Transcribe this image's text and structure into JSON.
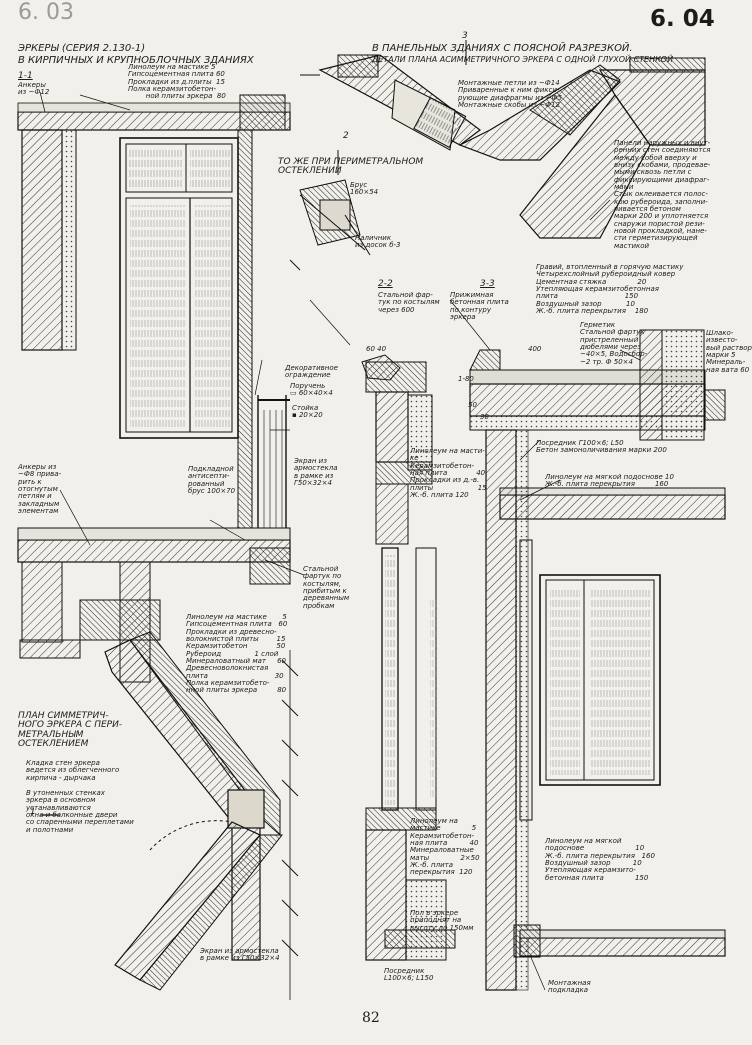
{
  "page": {
    "number_top": "6. 04",
    "number_faded": "6. 03",
    "footer_page": "82"
  },
  "left_title": {
    "line1": "ЭРКЕРЫ (СЕРИЯ 2.130-1)",
    "line2": "В КИРПИЧНЫХ И КРУПНОБЛОЧНЫХ ЗДАНИЯХ"
  },
  "right_title": {
    "line1": "В ПАНЕЛЬНЫХ ЗДАНИЯХ С ПОЯСНОЙ РАЗРЕЗКОЙ.",
    "line2": "ДЕТАЛИ ПЛАНА АСИММЕТРИЧНОГО ЭРКЕРА С ОДНОЙ ГЛУХОЙ СТЕНКОЙ"
  },
  "section_labels": {
    "s11": "1-1",
    "s22": "2-2",
    "s33": "3-3"
  },
  "left_notes": {
    "ankery_top": "Анкеры\nиз ~Ф12",
    "floor_top": "Линолеум на мастике 5\nГипсоцементная плита 60\nПрокладки из д.плиты  15\nПолка керамзитобетон-\n        ной плиты эркера  80",
    "perim_title": "ТО ЖЕ ПРИ ПЕРИМЕТРАЛЬНОМ\nОСТЕКЛЕНИИ",
    "brus": "Брус\n160×54",
    "nalichnik": "Наличник\nиз досок б-3",
    "decor": "Декоративное\nограждение",
    "poruchen": "Поручень\n▭ 60×40×4",
    "stoyka": "Стойка\n▪ 20×20",
    "ekran1": "Экран из\nармостекла\nв рамке из\nГ50×32×4",
    "podkladnoy": "Подкладной\nантисепти-\nрованный\nбрус 100×70",
    "ankery_left": "Анкеры из\n~Ф8 прива-\nрить к\nотогнутым\nпетлям и\nзакладным\nэлементам",
    "fartuk": "Стальной\nфартук по\nкостылям,\nприбитым к\nдеревянным\nпробкам",
    "floor_mid": "Линолеум на мастике       5\nГипсоцементная плита   60\nПрокладки из древесно-\nволокнистой плиты        15\nКерамзитобетон             50\nРубероид               1 слой\nМинераловатный мат     60\nДревесноволокнистая\nплита                              30\nПолка керамзитобето-\nнной плиты эркера         80",
    "plan_title": "ПЛАН СИММЕТРИЧ-\nНОГО ЭРКЕРА С ПЕРИ-\nМЕТРАЛЬНЫМ\nОСТЕКЛЕНИЕМ",
    "kladka": "Кладка стен эркера\nведется из облегченного\nкирпича - дырчака",
    "utonch": "В утоненных стенках\nэркера в основном\nустанавливаются\nокна и балконные двери\nсо спаренными переплетами\nи полотнами",
    "ekran2": "Экран из армостекла\nв рамке из Г50×32×4"
  },
  "right_notes": {
    "montazh": "Монтажные петли из ~Ф14\nПриваренные к ним фикси-\nрующие диафрагмы из ~Ф5\nМонтажные скобы из ~Ф12",
    "paneli": "Панели наружных и внут-\nренних стен соединяются\nмежду собой вверху и\nвнизу скобами, продевае-\nмыми сквозь петли с\nфиксирующими диафраг-\nмами\nСтык оклеивается полос-\nкою рубероида, заполни-\nчивается бетоном\nмарки 200 и уплотняется\nснаружи пористой рези-\nновой прокладкой, нане-\nсти герметизирующей\nмастикой",
    "graviy": "Гравий, втопленный в горячую мастику\nЧетырехслойный рубероидный ковер\nЦементная стяжка              20\nУтепляющая керамзитобетонная\nплита                              150\nВоздушный зазор           10\nЖ.-б. плита перекрытия    180",
    "stal_fartuk": "Стальной фар-\nтук по костылям\nчерез 600",
    "prizhim": "Прижимная\nбетонная плита\nпо контуру\nэркера",
    "germetik": "Герметик\nСтальной фартук\nпристреленный\nдюбелями через\n~40×5, Водосбор-\n~2 тр. Ф 50×4",
    "shlako": "Шлако-\nизвесто-\nвый раствор\nмарки 5\nМинераль-\nная вата 60",
    "dim1": "60 40",
    "dim2": "400",
    "dim3": "50",
    "dim4": "30",
    "dim5": "1-80",
    "posrednik1": "Посредник Г100×6; L50\nБетон замоноличивания марки 200",
    "linoleum_myag": "Линолеум на мягкой подоснове 10\nЖ.-б. плита перекрытия         160",
    "linoleum_kz": "Линолеум на масти-\nке                    \nКерамзитобетон-\nная плита             40\nПрокладки из д.-в.\nплиты                    15\nЖ.-б. плита 120",
    "floor_bottom": "Линолеум на\nмастике              5\nКерамзитобетон-\nная плита          40\nМинераловатные\nматы              2×50\nЖ.-б. плита\nперекрытия  120",
    "pol": "Пол в эркере\nприподнят на\nвысоту до 150мм",
    "posrednik2": "Посредник\nL100×6; L150",
    "floor_right": "Линолеум на мягкой\nподоснове                       10\nЖ.-б. плита перекрытия   160\nВоздушный зазор          10\nУтепляющая керамзито-\nбетонная плита              150",
    "montazh_podk": "Монтажная\nподкладка",
    "mark2": "2",
    "mark3": "3",
    "mark1": "1"
  }
}
